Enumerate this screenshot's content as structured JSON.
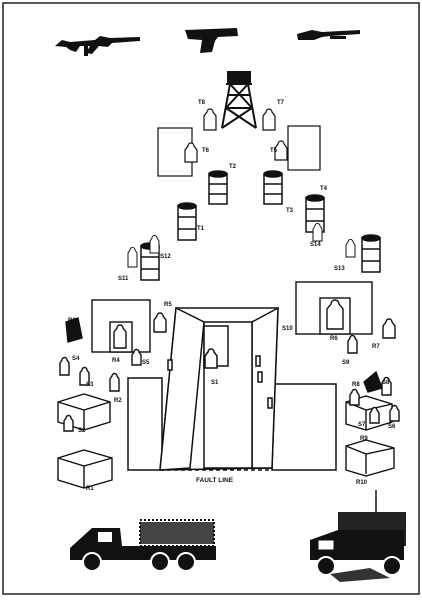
{
  "weapons": {
    "rifle": "rifle-icon",
    "pistol": "pistol-icon",
    "shotgun": "shotgun-icon"
  },
  "fault_line": "FAULT LINE",
  "targets": {
    "T1": "T1",
    "T2": "T2",
    "T3": "T3",
    "T4": "T4",
    "T5": "T5",
    "T6": "T6",
    "T7": "T7",
    "T8": "T8",
    "S1": "S1",
    "S2": "S2",
    "S3": "S3",
    "S4": "S4",
    "S5": "S5",
    "S6": "S6",
    "S7": "S7",
    "S8": "S8",
    "S9": "S9",
    "S10": "S10",
    "S11": "S11",
    "S12": "S12",
    "S13": "S13",
    "S14": "S14",
    "R1": "R1",
    "R2": "R2",
    "R3": "R3",
    "R4": "R4",
    "R5": "R5",
    "R6": "R6",
    "R7": "R7",
    "R8": "R8",
    "R9": "R9",
    "R10": "R10"
  },
  "vehicles": {
    "left": "cargo-truck-icon",
    "right": "jeep-icon"
  },
  "colors": {
    "ink": "#111111",
    "paper": "#ffffff",
    "border": "#222222"
  }
}
